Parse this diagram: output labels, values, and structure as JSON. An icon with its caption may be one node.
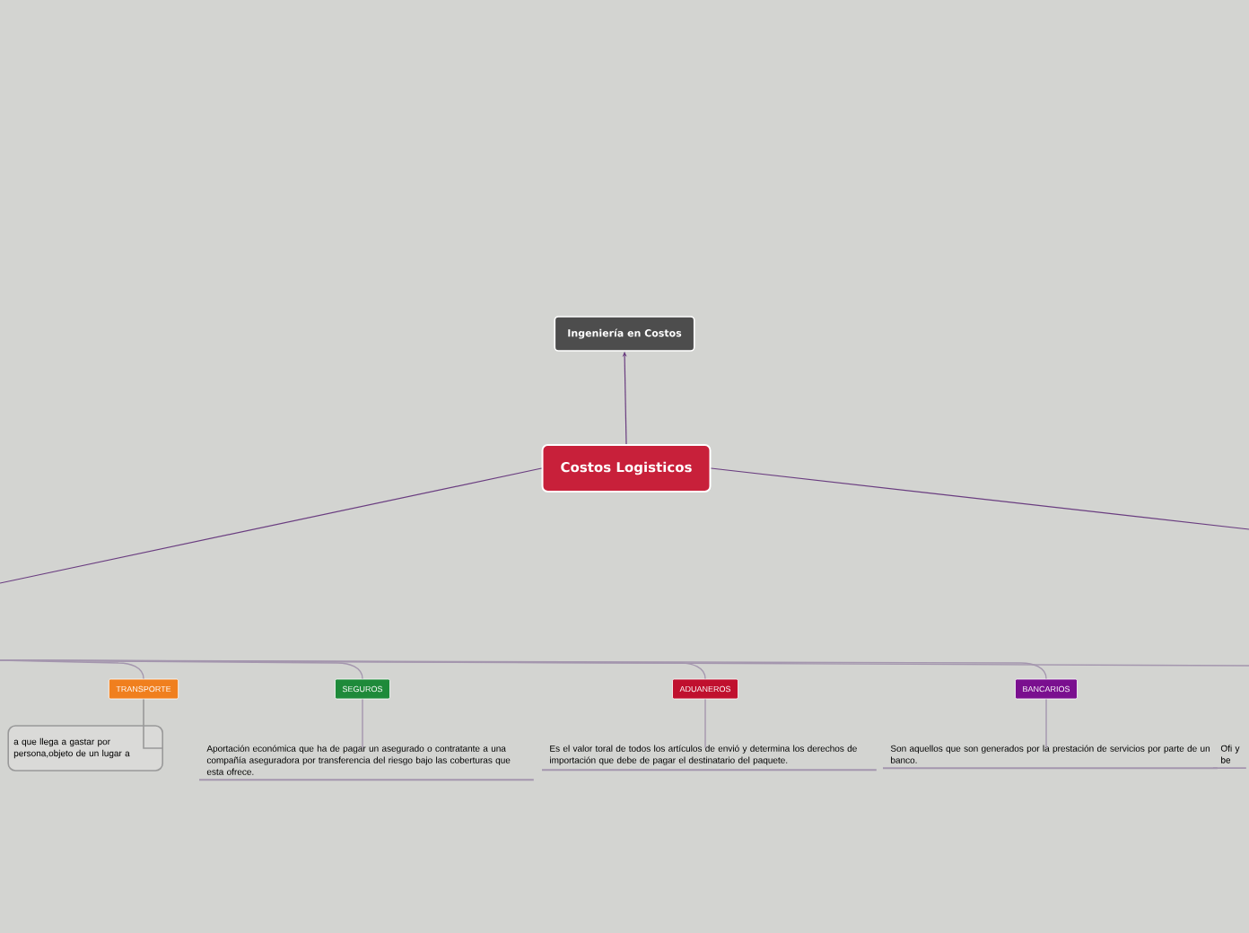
{
  "diagram": {
    "nodes": [
      {
        "text": [
          "Ingeniería en Costos"
        ]
      },
      {
        "text": [
          "Costos Logisticos"
        ]
      },
      {
        "text": [
          "TRANSPORTE"
        ]
      },
      {
        "text": [
          "a que llega a gastar por persona,objeto de un lugar a"
        ]
      },
      {
        "text": [
          "SEGUROS"
        ]
      },
      {
        "text": [
          "Aportación económica que ha de pagar un asegurado o contratante a una compañía aseguradora por transferencia del riesgo bajo las coberturas que esta ofrece."
        ]
      },
      {
        "text": [
          "ADUANEROS"
        ]
      },
      {
        "text": [
          "Es el valor toral de todos los artículos de envió y determina los derechos de importación que debe de pagar el destinatario del paquete."
        ]
      },
      {
        "text": [
          "BANCARIOS"
        ]
      },
      {
        "text": [
          "Son aquellos que son generados por la prestación de servicios por parte de un banco."
        ]
      },
      {
        "text": [
          "Ofi y be"
        ]
      }
    ],
    "edges": [
      {
        "from": 1,
        "to": 0,
        "arrow": "to"
      },
      {
        "from": 1,
        "to": null,
        "arrow": "none"
      },
      {
        "from": 1,
        "to": null,
        "arrow": "none"
      },
      {
        "from": null,
        "to": 2,
        "arrow": "none"
      },
      {
        "from": null,
        "to": 4,
        "arrow": "none"
      },
      {
        "from": null,
        "to": 6,
        "arrow": "none"
      },
      {
        "from": null,
        "to": 8,
        "arrow": "none"
      },
      {
        "from": 2,
        "to": 3,
        "arrow": "none"
      },
      {
        "from": 4,
        "to": 5,
        "arrow": "none"
      },
      {
        "from": 6,
        "to": 7,
        "arrow": "none"
      },
      {
        "from": 8,
        "to": 9,
        "arrow": "none"
      }
    ]
  }
}
